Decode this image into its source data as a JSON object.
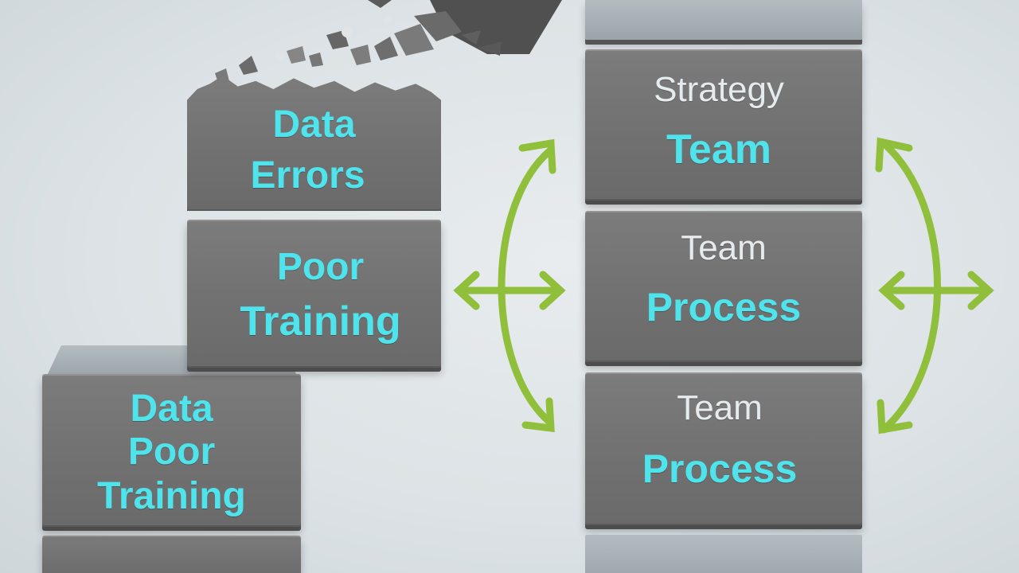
{
  "left_stack": {
    "bottom_block": {
      "line1": "Data",
      "line2": "Poor",
      "line3": "Training"
    },
    "middle_block": {
      "line1": "Poor",
      "line2": "Training"
    },
    "top_block": {
      "line1": "Data",
      "line2": "Errors"
    }
  },
  "right_stack": {
    "block_top": {
      "line1": "Strategy",
      "line2": "Team"
    },
    "block_middle": {
      "line1": "Team",
      "line2": "Process"
    },
    "block_bottom": {
      "line1": "Team",
      "line2": "Process"
    }
  },
  "colors": {
    "block_gray": "#737373",
    "text_cyan": "#4fe3ec",
    "text_light": "#e6ebee",
    "arrow_green": "#8fbf3b"
  },
  "icons": [
    "two-way-arrow-icon",
    "curved-arrow-icon",
    "broken-rubble-icon"
  ]
}
